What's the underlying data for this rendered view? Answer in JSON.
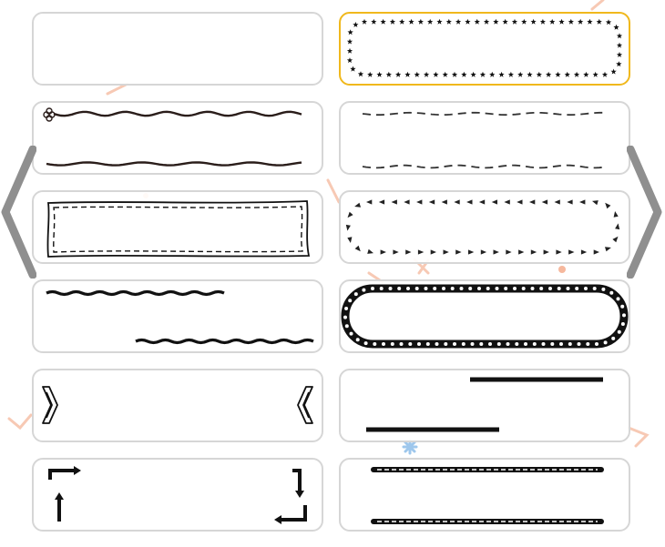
{
  "picker": {
    "selected_index": 1,
    "colors": {
      "tile_border": "#d6d6d6",
      "selected_border": "#f0b81c",
      "ink": "#111111",
      "nav_arrow": "#8f8f8f"
    },
    "tiles": [
      {
        "name": "border-style-blank",
        "style": "blank"
      },
      {
        "name": "border-style-stars-rounded",
        "style": "stars-rounded"
      },
      {
        "name": "border-style-wavy-lines-flower",
        "style": "wavy-lines-flower"
      },
      {
        "name": "border-style-dashed-lines",
        "style": "dashed-lines"
      },
      {
        "name": "border-style-double-sketch-frame",
        "style": "double-sketch-frame"
      },
      {
        "name": "border-style-triangle-arrows-rounded",
        "style": "triangle-arrows-rounded"
      },
      {
        "name": "border-style-zigzag-lines",
        "style": "zigzag-lines"
      },
      {
        "name": "border-style-dotted-pill",
        "style": "dotted-pill"
      },
      {
        "name": "border-style-double-chevrons",
        "style": "double-chevrons"
      },
      {
        "name": "border-style-thick-offset-lines",
        "style": "thick-offset-lines"
      },
      {
        "name": "border-style-corner-arrows",
        "style": "corner-arrows"
      },
      {
        "name": "border-style-stitched-pill-lines",
        "style": "stitched-pill-lines"
      }
    ],
    "nav": {
      "prev_icon": "chevron-left-icon",
      "next_icon": "chevron-right-icon"
    }
  }
}
